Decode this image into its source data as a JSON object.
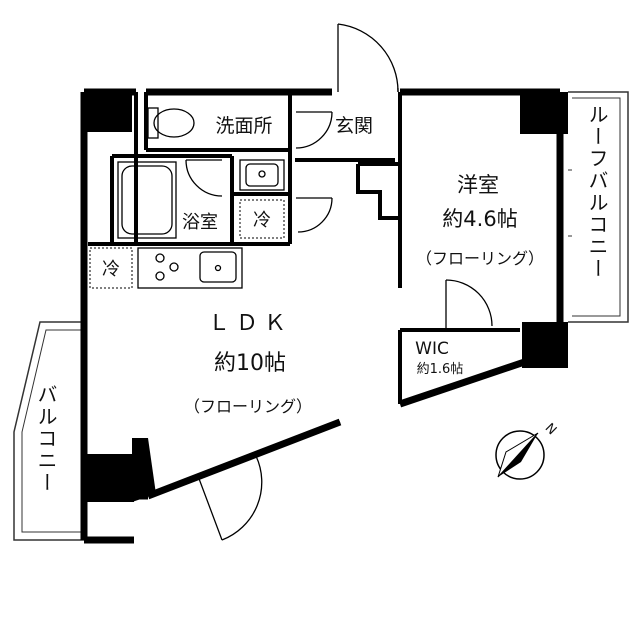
{
  "labels": {
    "washroom": "洗面所",
    "entrance": "玄関",
    "bath": "浴室",
    "fridge_main": "冷",
    "fridge_kitchen": "冷",
    "western_room_name": "洋室",
    "western_room_size": "約4.6帖",
    "western_room_floor": "（フローリング）",
    "ldk_name": "ＬＤＫ",
    "ldk_size": "約10帖",
    "ldk_floor": "（フローリング）",
    "wic_name": "WIC",
    "wic_size": "約1.6帖",
    "roof_balcony": "ルーフバルコニー",
    "balcony": "バルコニー",
    "compass_n": "N"
  }
}
